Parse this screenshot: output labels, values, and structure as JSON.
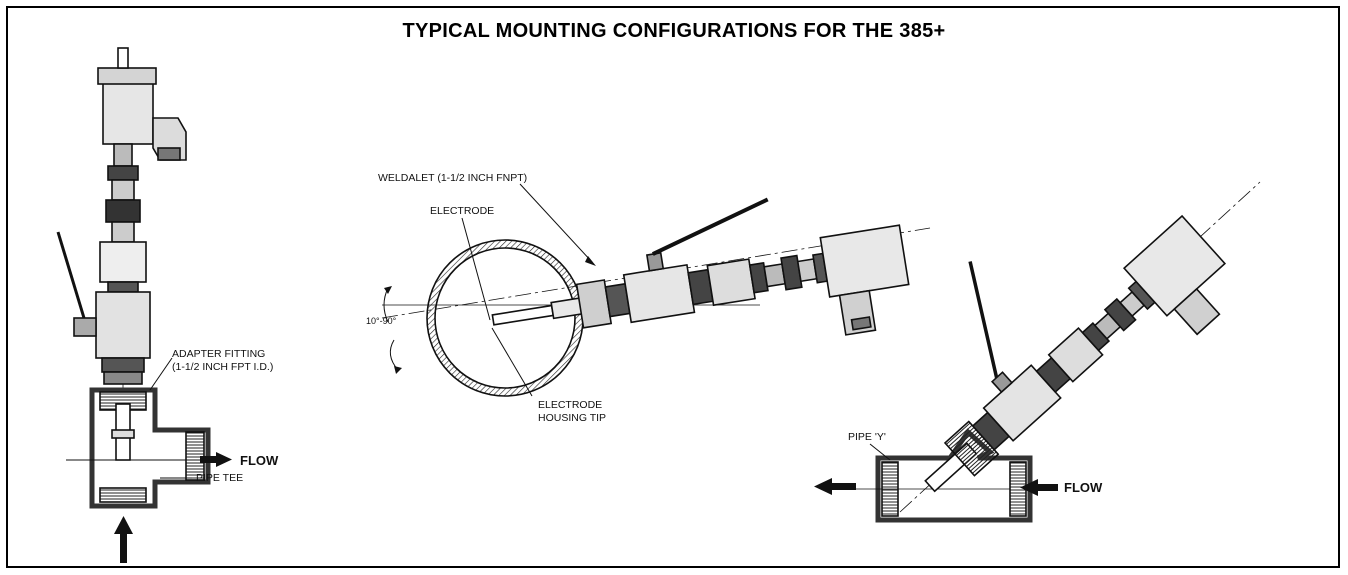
{
  "title": "TYPICAL MOUNTING CONFIGURATIONS FOR THE 385+",
  "left": {
    "adapter_line1": "ADAPTER FITTING",
    "adapter_line2": "(1-1/2 INCH FPT I.D.)",
    "pipe_tee": "PIPE TEE",
    "flow": "FLOW"
  },
  "middle": {
    "weldalet": "WELDALET (1-1/2 INCH FNPT)",
    "electrode": "ELECTRODE",
    "angle": "10°-90°",
    "tip_line1": "ELECTRODE",
    "tip_line2": "HOUSING TIP"
  },
  "right": {
    "pipe_y": "PIPE 'Y'",
    "flow": "FLOW"
  }
}
